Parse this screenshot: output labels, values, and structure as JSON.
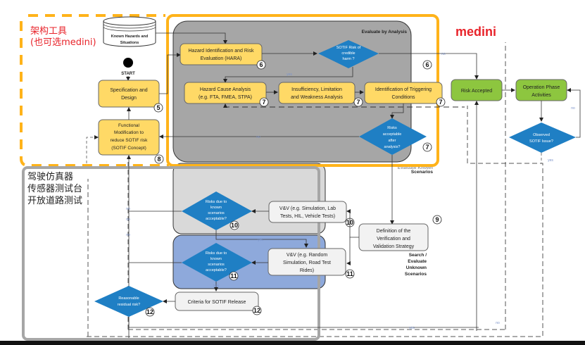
{
  "annotations": {
    "tool_label_line1": "架构工具",
    "tool_label_line2": "(也可选medini)",
    "medini_label": "medini",
    "test_label_line1": "驾驶仿真器",
    "test_label_line2": "传感器测试台",
    "test_label_line3": "开放道路测试"
  },
  "database": {
    "line1": "Known Hazards and",
    "line2": "Situations"
  },
  "start_label": "START",
  "regions": {
    "evaluate_by_analysis": "Evaluate by Analysis",
    "known_scenarios_line1": "Evaluate Known",
    "known_scenarios_line2": "Scenarios",
    "unknown_line1": "Search /",
    "unknown_line2": "Evaluate",
    "unknown_line3": "Unknown",
    "unknown_line4": "Scenarios"
  },
  "boxes": {
    "spec": {
      "line1": "Specification and",
      "line2": "Design",
      "num": "5"
    },
    "funcmod": {
      "line1": "Functional",
      "line2": "Modification to",
      "line3": "reduce SOTIF risk",
      "line4": "(SOTIF Concept)",
      "num": "8"
    },
    "hara": {
      "line1": "Hazard Identification and Risk",
      "line2": "Evaluation (HARA)",
      "num": "6"
    },
    "hca": {
      "line1": "Hazard Cause Analysis",
      "line2": "(e.g. FTA, FMEA, STPA)",
      "num": "7"
    },
    "ilwa": {
      "line1": "Insufficiency, Limitation",
      "line2": "and Weakness Analysis",
      "num": "7"
    },
    "itc": {
      "line1": "Identification of Triggering",
      "line2": "Conditions",
      "num": "7"
    },
    "risk_acc": {
      "line1": "Risk Accepted"
    },
    "ops": {
      "line1": "Operation Phase",
      "line2": "Activities"
    },
    "vv1": {
      "line1": "V&V (e.g. Simulation, Lab",
      "line2": "Tests, HIL, Vehicle Tests)",
      "num": "10"
    },
    "vvdef": {
      "line1": "Definition of the",
      "line2": "Verification and",
      "line3": "Validation Strategy",
      "num": "9"
    },
    "vv2": {
      "line1": "V&V (e.g. Random",
      "line2": "Simulation, Road Test",
      "line3": "Rides)",
      "num": "11"
    },
    "criteria": {
      "line1": "Criteria for SOTIF Release",
      "num": "12"
    }
  },
  "decisions": {
    "credible": {
      "line1": "SOTIF Risk of",
      "line2": "credible",
      "line3": "harm ?",
      "num": "6"
    },
    "accept_after": {
      "line1": "Risks",
      "line2": "acceptable",
      "line3": "after",
      "line4": "analysis?",
      "num": "7"
    },
    "observed": {
      "line1": "Observed",
      "line2": "SOTIF Issue?"
    },
    "known10": {
      "line1": "Risks due to",
      "line2": "known",
      "line3": "scenarios",
      "line4": "acceptable?",
      "num": "10"
    },
    "known11": {
      "line1": "Risks due to",
      "line2": "known",
      "line3": "scenarios",
      "line4": "acceptable?",
      "num": "11"
    },
    "residual": {
      "line1": "Reasonable",
      "line2": "residual risk?",
      "num": "12"
    }
  },
  "edge_labels": {
    "yes": "yes",
    "no": "no"
  },
  "colors": {
    "yellow_box": "#ffd966",
    "green_box": "#8dc63f",
    "blue_diamond": "#1f7fc4",
    "analysis_region": "#a6a6a6",
    "known_region": "#d9d9d9",
    "unknown_region": "#8ea9db",
    "orange_frame": "#ffb31a",
    "gray_frame": "#a6a6a6",
    "red_text": "#e8232a"
  }
}
